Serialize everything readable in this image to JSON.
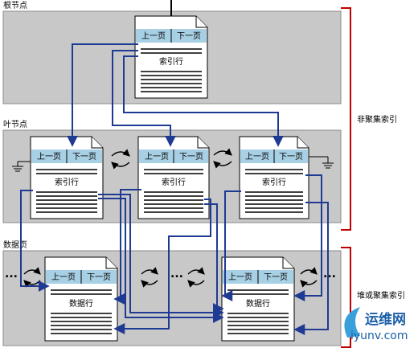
{
  "levels": {
    "root": "根节点",
    "leaf": "叶节点",
    "data": "数据页"
  },
  "side_labels": {
    "nonclustered": "非聚集索引",
    "clustered": "堆或聚集索引"
  },
  "page_header": {
    "prev": "上一页",
    "next": "下一页"
  },
  "pages": {
    "root": "索引行",
    "leaf_1": "索引行",
    "leaf_2": "索引行",
    "leaf_3": "索引行",
    "data_1": "数据行",
    "data_2": "数据行"
  },
  "ellipsis": "...",
  "watermark": {
    "name": "运维网",
    "url": "iyunv.com"
  },
  "colors": {
    "panel": "#c8c8c8",
    "header": "#a8d0e4",
    "link": "#1f3a93",
    "bracket": "#c00000",
    "watermark": "#1a5fa8"
  }
}
